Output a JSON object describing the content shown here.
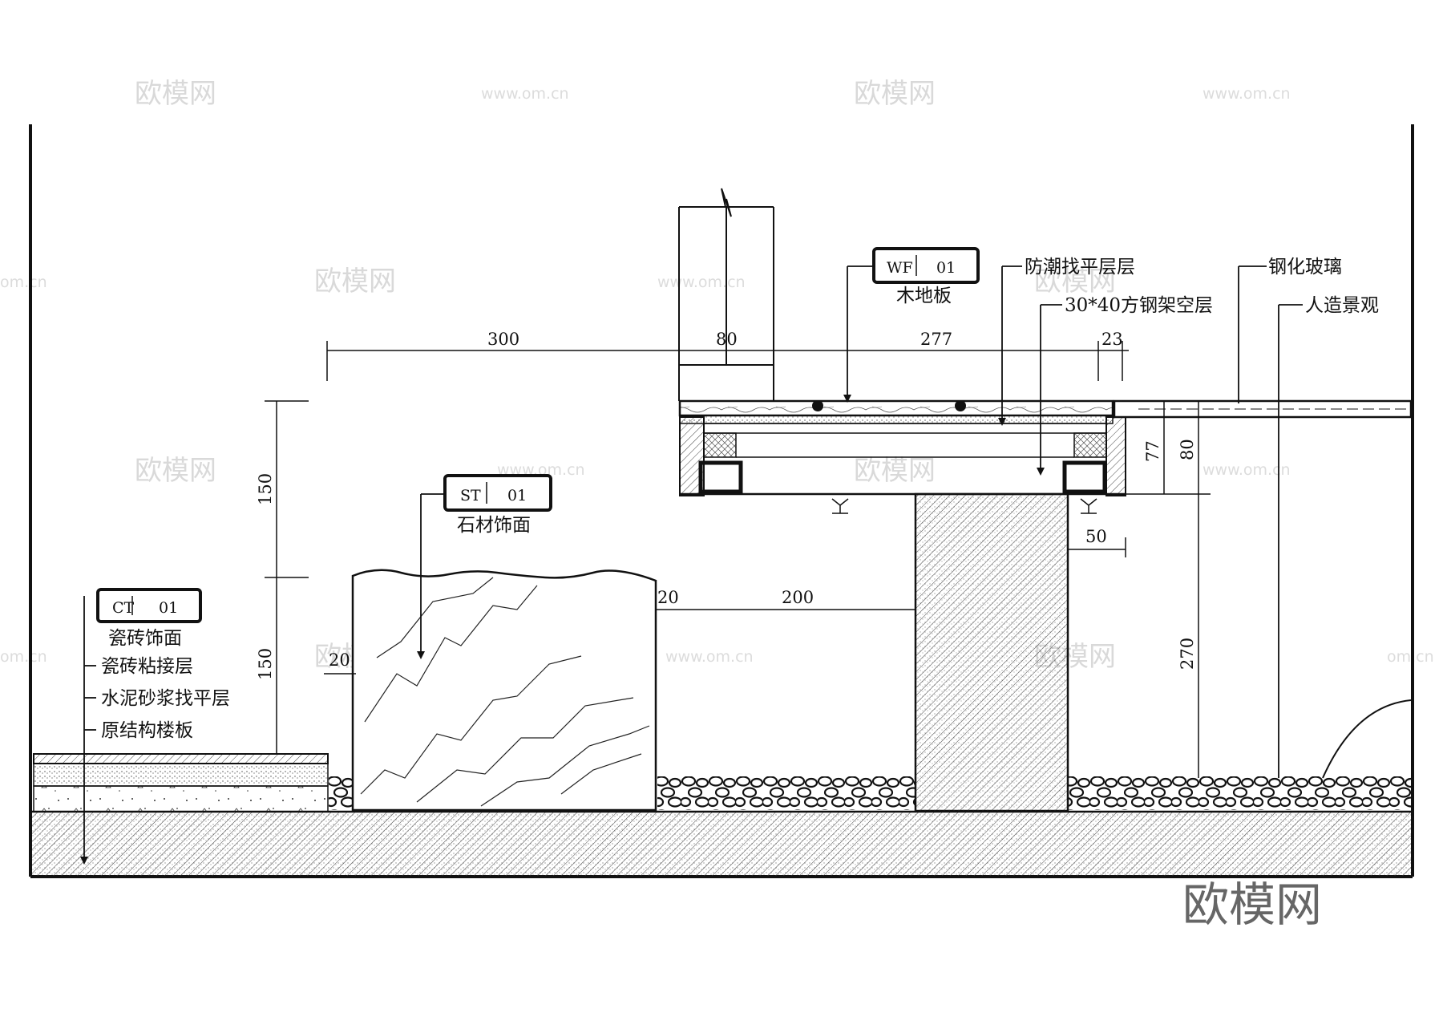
{
  "tags": [
    {
      "code": "CT",
      "num": "01",
      "name": "瓷砖饰面"
    },
    {
      "code": "ST",
      "num": "01",
      "name": "石材饰面"
    },
    {
      "code": "WF",
      "num": "01",
      "name": "木地板"
    }
  ],
  "layers_left": [
    "瓷砖粘接层",
    "水泥砂浆找平层",
    "原结构楼板"
  ],
  "labels_right": {
    "moisture": "防潮找平层层",
    "steel": "30*40方钢架空层",
    "glass": "钢化玻璃",
    "landscape": "人造景观"
  },
  "dimensions": {
    "d300": "300",
    "d80top": "80",
    "d277": "277",
    "d23": "23",
    "d150a": "150",
    "d150b": "150",
    "d20a": "20",
    "d20b": "20",
    "d200": "200",
    "d77": "77",
    "d80side": "80",
    "d50": "50",
    "d270": "270"
  },
  "watermarks": {
    "logo": "欧模网",
    "url": "www.om.cn",
    "url_short": "om.cn"
  },
  "brand": "欧模网"
}
